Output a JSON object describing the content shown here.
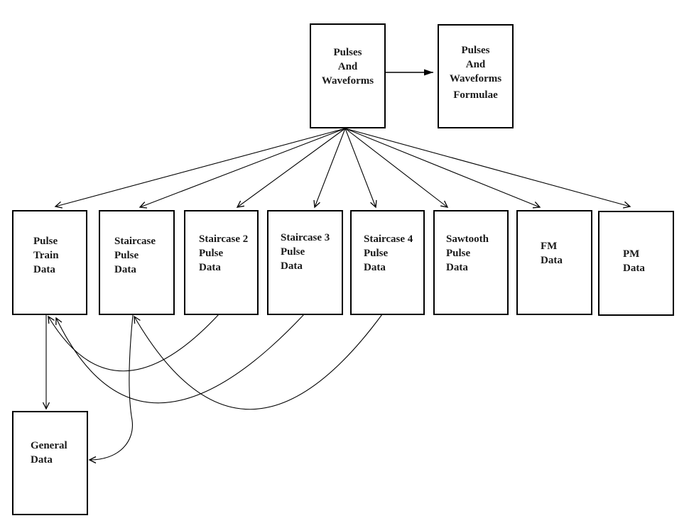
{
  "diagram": {
    "background_color": "#ffffff",
    "line_color": "#000000",
    "text_color": "#1a1a1a",
    "nodes": {
      "pulses_and_waveforms": {
        "lines": [
          "Pulses",
          "And",
          "Waveforms"
        ]
      },
      "pulses_and_waveforms_formulae": {
        "lines": [
          "Pulses",
          "And",
          "Waveforms",
          "Formulae"
        ]
      },
      "pulse_train_data": {
        "lines": [
          "Pulse",
          "Train",
          "Data"
        ]
      },
      "staircase_pulse_data": {
        "lines": [
          "Staircase",
          "Pulse",
          "Data"
        ]
      },
      "staircase_2_pulse_data": {
        "lines": [
          "Staircase 2",
          "Pulse",
          "Data"
        ]
      },
      "staircase_3_pulse_data": {
        "lines": [
          "Staircase 3",
          "Pulse",
          "Data"
        ]
      },
      "staircase_4_pulse_data": {
        "lines": [
          "Staircase 4",
          "Pulse",
          "Data"
        ]
      },
      "sawtooth_pulse_data": {
        "lines": [
          "Sawtooth",
          "Pulse",
          "Data"
        ]
      },
      "fm_data": {
        "lines": [
          "FM",
          "Data"
        ]
      },
      "pm_data": {
        "lines": [
          "PM",
          "Data"
        ]
      },
      "general_data": {
        "lines": [
          "General",
          "Data"
        ]
      }
    },
    "edges": [
      {
        "from": "Pulses And Waveforms",
        "to": "Pulses And Waveforms Formulae",
        "style": "straight-filled-head"
      },
      {
        "from": "Pulses And Waveforms",
        "to": "Pulse Train Data",
        "style": "straight"
      },
      {
        "from": "Pulses And Waveforms",
        "to": "Staircase Pulse Data",
        "style": "straight"
      },
      {
        "from": "Pulses And Waveforms",
        "to": "Staircase 2 Pulse Data",
        "style": "straight"
      },
      {
        "from": "Pulses And Waveforms",
        "to": "Staircase 3 Pulse Data",
        "style": "straight"
      },
      {
        "from": "Pulses And Waveforms",
        "to": "Staircase 4 Pulse Data",
        "style": "straight"
      },
      {
        "from": "Pulses And Waveforms",
        "to": "Sawtooth Pulse Data",
        "style": "straight"
      },
      {
        "from": "Pulses And Waveforms",
        "to": "FM Data",
        "style": "straight"
      },
      {
        "from": "Pulses And Waveforms",
        "to": "PM Data",
        "style": "straight"
      },
      {
        "from": "Pulse Train Data",
        "to": "General Data",
        "style": "straight"
      },
      {
        "from": "Staircase 2 Pulse Data",
        "to": "Pulse Train Data",
        "style": "curved"
      },
      {
        "from": "Staircase 3 Pulse Data",
        "to": "Pulse Train Data",
        "style": "curved"
      },
      {
        "from": "Staircase 4 Pulse Data",
        "to": "Staircase Pulse Data",
        "style": "curved"
      },
      {
        "from": "Staircase Pulse Data",
        "to": "General Data",
        "style": "curved"
      }
    ]
  }
}
